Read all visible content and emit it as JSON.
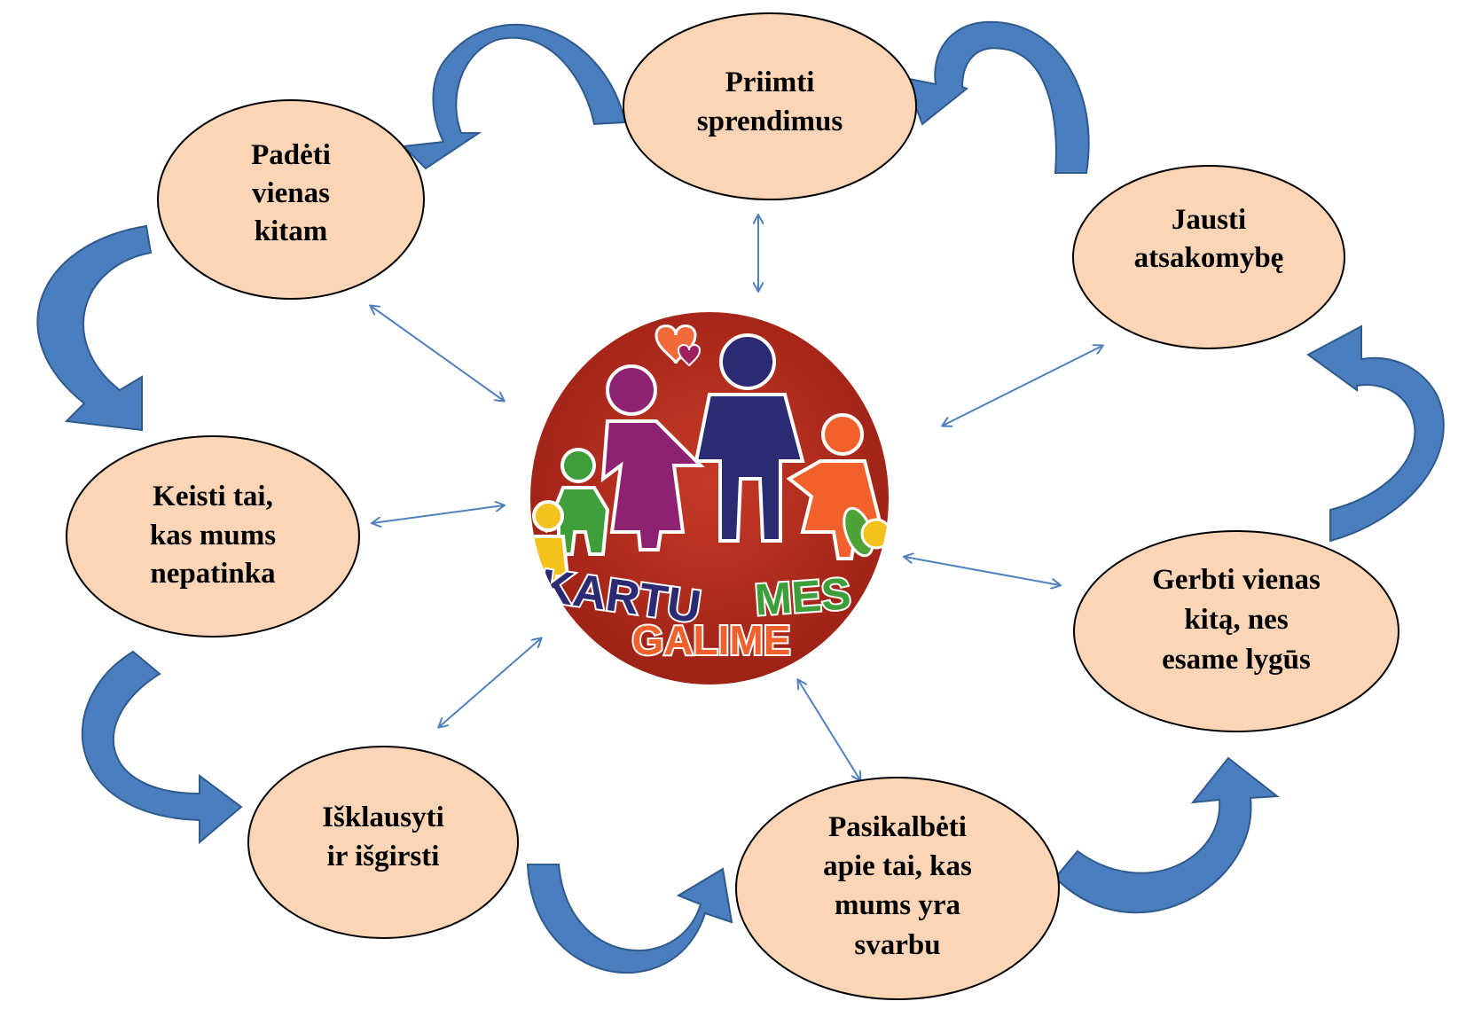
{
  "center": {
    "logo_line1_word1": "KARTU",
    "logo_line1_word2": "MES",
    "logo_line2": "GALIME"
  },
  "nodes": [
    {
      "id": "top",
      "lines": [
        "Priimti",
        "sprendimus"
      ]
    },
    {
      "id": "top-left",
      "lines": [
        "Padėti",
        "vienas",
        "kitam"
      ]
    },
    {
      "id": "top-right",
      "lines": [
        "Jausti",
        "atsakomybę"
      ]
    },
    {
      "id": "left",
      "lines": [
        "Keisti tai,",
        "kas mums",
        "nepatinka"
      ]
    },
    {
      "id": "right",
      "lines": [
        "Gerbti vienas",
        "kitą, nes",
        "esame lygūs"
      ]
    },
    {
      "id": "bottom-left",
      "lines": [
        "Išklausyti",
        "ir išgirsti"
      ]
    },
    {
      "id": "bottom-right",
      "lines": [
        "Pasikalbėti",
        "apie tai, kas",
        "mums yra",
        "svarbu"
      ]
    }
  ],
  "colors": {
    "node_fill": "#fbd5b5",
    "node_stroke": "#000000",
    "curved_arrow_fill": "#4a7ebf",
    "curved_arrow_stroke": "#2e5a8c",
    "connector": "#4f81bd",
    "logo_bg": "#b52a1e"
  }
}
